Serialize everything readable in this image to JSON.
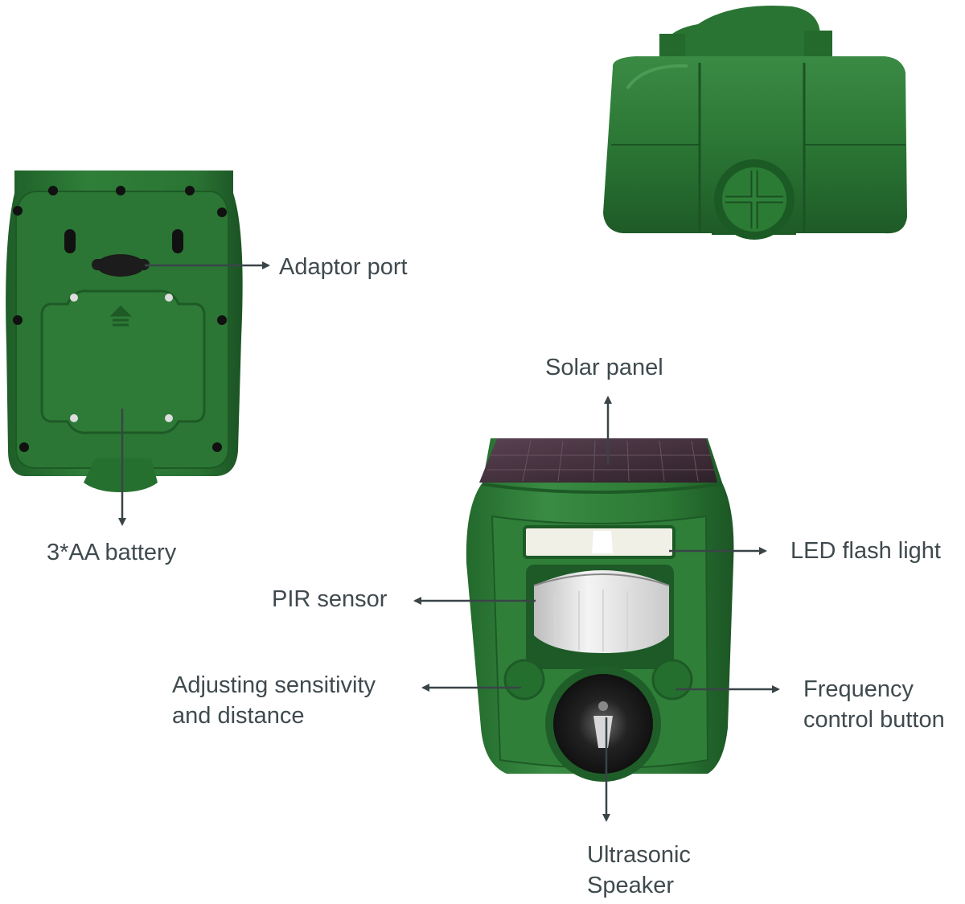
{
  "colors": {
    "body_green": "#2c7a35",
    "dark_green": "#1d5a26",
    "label_text": "#3f4a4e",
    "arrow": "#3a4448",
    "solar_panel": "#3e2e3a"
  },
  "labels": {
    "adaptor_port": "Adaptor port",
    "battery": "3*AA battery",
    "solar_panel": "Solar panel",
    "led_flash": "LED flash light",
    "pir_sensor": "PIR sensor",
    "sensitivity_line1": "Adjusting sensitivity",
    "sensitivity_line2": "and distance",
    "frequency_line1": "Frequency",
    "frequency_line2": "control button",
    "speaker_line1": "Ultrasonic",
    "speaker_line2": "Speaker"
  }
}
